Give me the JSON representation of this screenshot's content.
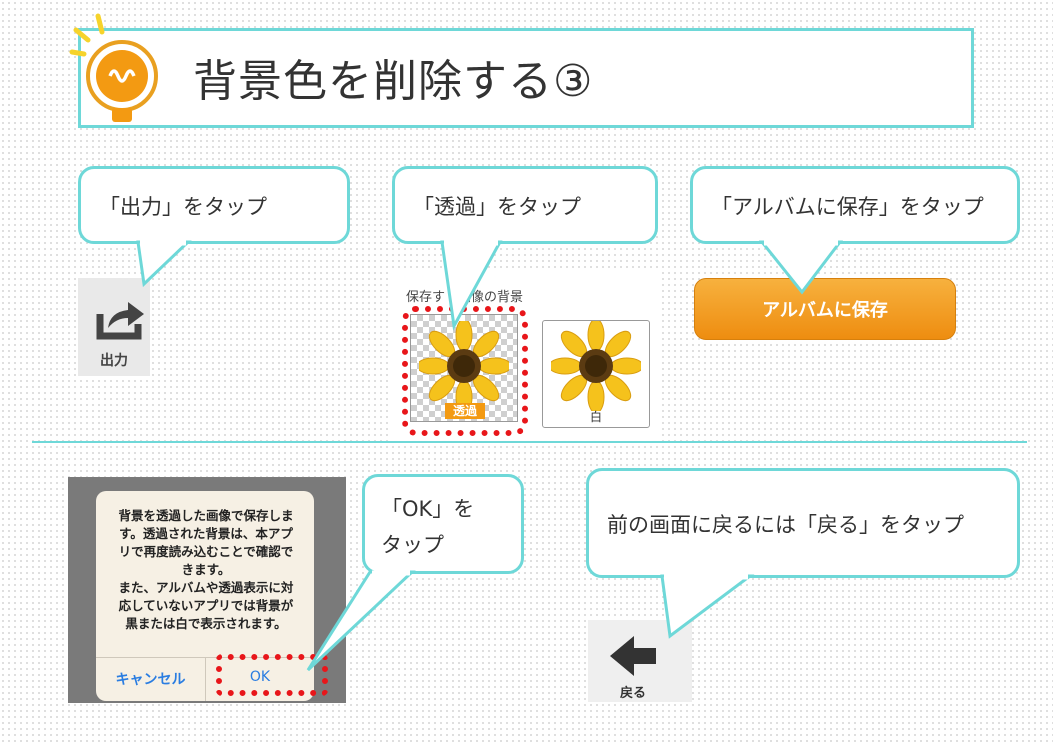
{
  "title": "背景色を削除する③",
  "callouts": {
    "output": "「出力」をタップ",
    "transparent": "「透過」をタップ",
    "album": "「アルバムに保存」をタップ",
    "ok_line1": "「OK」を",
    "ok_line2": "タップ",
    "back": "前の画面に戻るには「戻る」をタップ"
  },
  "share_button": {
    "label": "出力",
    "icon": "share-icon"
  },
  "save_options": {
    "label": "保存す　画像の背景",
    "transparent_caption": "透過",
    "white_caption": "白"
  },
  "album_button": {
    "label": "アルバムに保存"
  },
  "dialog": {
    "message_lines": [
      "背景を透過した画像で保存しま",
      "す。透過された背景は、本アプ",
      "リで再度読み込むことで確認で",
      "きます。",
      "また、アルバムや透過表示に対",
      "応していないアプリでは背景が",
      "黒または白で表示されます。"
    ],
    "cancel_label": "キャンセル",
    "ok_label": "OK"
  },
  "back_button": {
    "label": "戻る",
    "icon": "back-arrow-icon"
  },
  "colors": {
    "accent": "#6ed8d8",
    "highlight": "#e8161a",
    "orange": "#f39a12"
  }
}
